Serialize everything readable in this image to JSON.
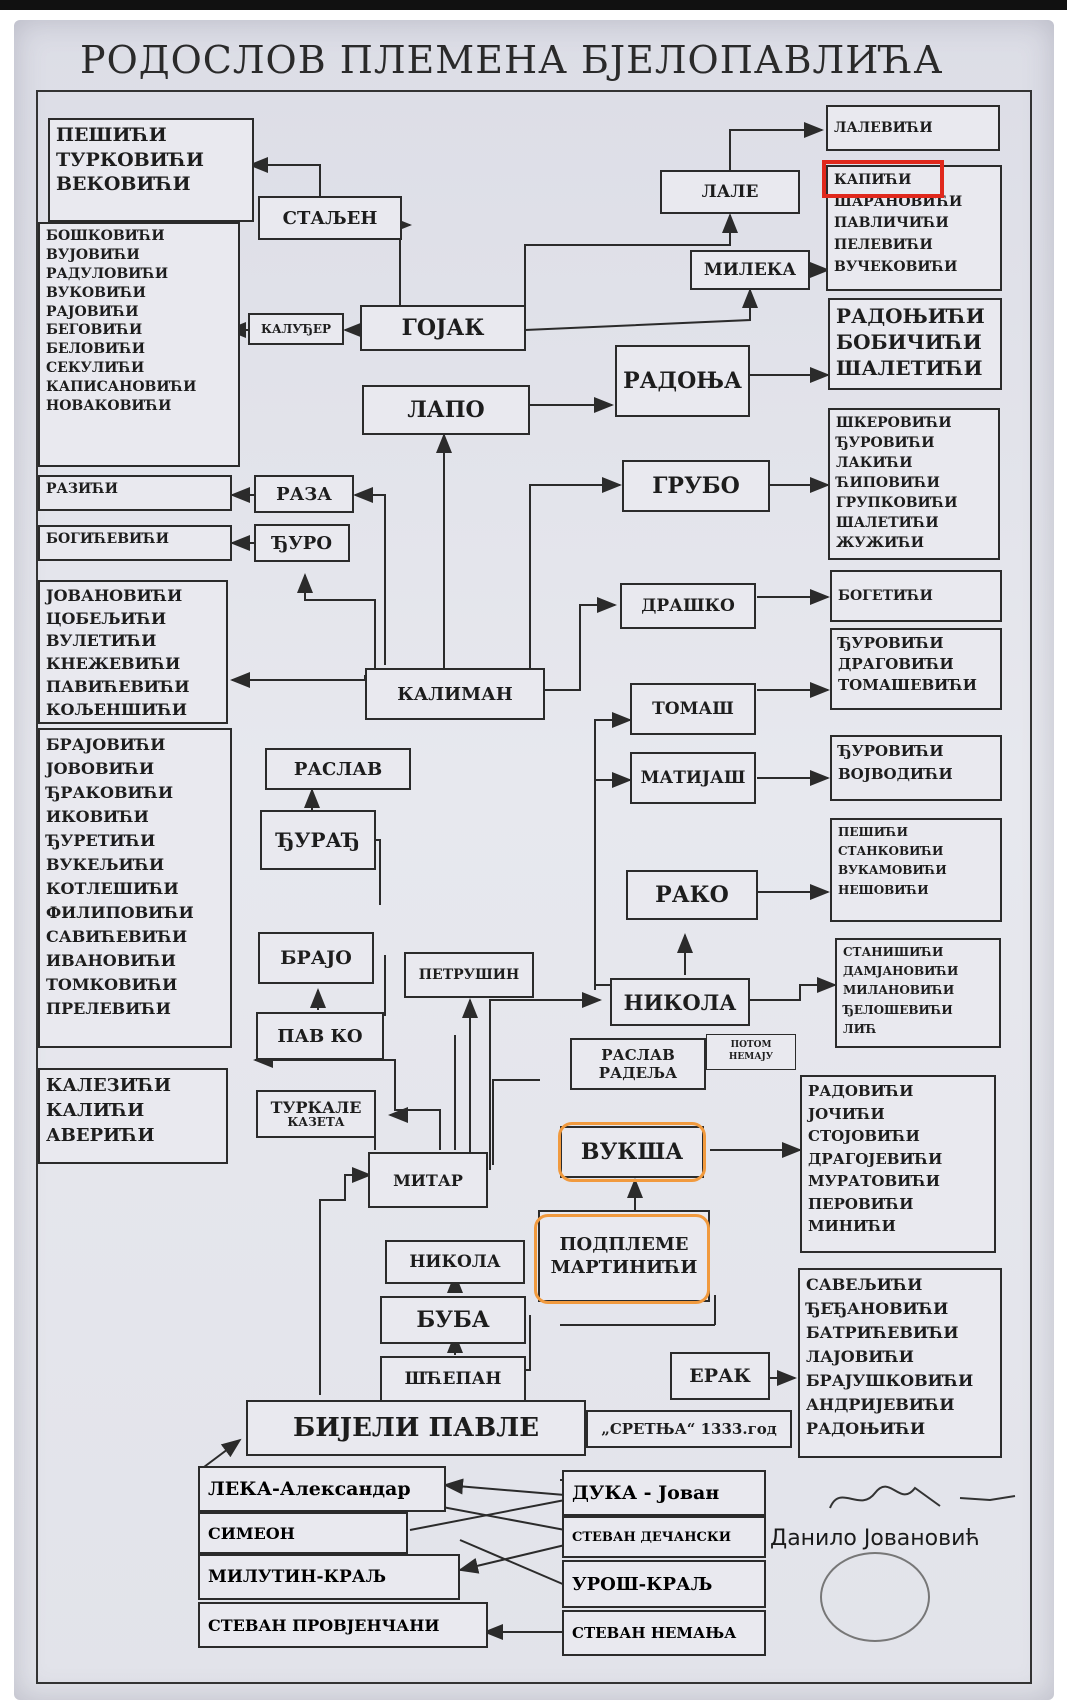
{
  "title": "РОДОСЛОВ ПЛЕМЕНА БЈЕЛОПАВЛИЋА",
  "colors": {
    "highlight_red": "#e0281c",
    "highlight_orange": "#f19a3e"
  },
  "nodes": {
    "staljen": "СТАЉЕН",
    "kaluder": "КАЛУЂЕР",
    "gojak": "ГОЈАК",
    "lapo": "ЛАПО",
    "lale": "ЛАЛЕ",
    "mileka": "МИЛЕКА",
    "radonja": "РАДОЊА",
    "raza": "РАЗА",
    "djuro": "ЂУРО",
    "grubo": "ГРУБО",
    "drashko": "ДРАШКО",
    "kaliman": "КАЛИМАН",
    "tomash": "ТОМАШ",
    "matijash": "МАТИЈАШ",
    "raslav": "РАСЛАВ",
    "djurad": "ЂУРАЂ",
    "rako": "РАКО",
    "brajo": "БРАЈО",
    "petrushin": "ПЕТРУШИН",
    "nikola": "НИКОЛА",
    "pavko": "ПАВ КО",
    "raslav_radelja": [
      "РАСЛАВ",
      "РАДЕЉА"
    ],
    "raslav_note": [
      "ПОТОМ",
      "НЕМАЈУ"
    ],
    "turkale": [
      "ТУРКАЛЕ",
      "КАЗЕТА"
    ],
    "vuksha": "ВУКША",
    "mitar": "МИТАР",
    "nikola2": "НИКОЛА",
    "podpleme": [
      "ПОДПЛЕМЕ",
      "МАРТИНИЋИ"
    ],
    "buba": "БУБА",
    "shcepan": "ШЋЕПАН",
    "erak": "ЕРАК",
    "bijeli_pavle": "БИЈЕЛИ ПАВЛЕ",
    "sretnja": "„СРЕТЊА“ 1333.год"
  },
  "lists": {
    "l_peshici": [
      "ПЕШИЋИ",
      "ТУРКОВИЋИ",
      "ВЕКОВИЋИ"
    ],
    "l_boshkovici": [
      "БОШКОВИЋИ",
      "ВУЈОВИЋИ",
      "РАДУЛОВИЋИ",
      "ВУКОВИЋИ",
      "РАЈОВИЋИ",
      "БЕГОВИЋИ",
      "БЕЛОВИЋИ",
      "СЕКУЛИЋИ",
      "КАПИСАНОВИЋИ",
      "НОВАКОВИЋИ"
    ],
    "l_razici": [
      "РАЗИЋИ"
    ],
    "l_bogicevici": [
      "БОГИЋЕВИЋИ"
    ],
    "l_jovanovici": [
      "ЈОВАНОВИЋИ",
      "ЦОБЕЉИЋИ",
      "ВУЛЕТИЋИ",
      "КНЕЖЕВИЋИ",
      "ПАВИЋЕВИЋИ",
      "КОЉЕНШИЋИ"
    ],
    "l_brajovici": [
      "БРАЈОВИЋИ",
      "ЈОВОВИЋИ",
      "ЂРАКОВИЋИ",
      "ИКОВИЋИ",
      "ЂУРЕТИЋИ",
      "ВУКЕЉИЋИ",
      "КОТЛЕШИЋИ",
      "ФИЛИПОВИЋИ",
      "САВИЋЕВИЋИ",
      "ИВАНОВИЋИ",
      "ТОМКОВИЋИ",
      "ПРЕЛЕВИЋИ"
    ],
    "l_kalezici": [
      "КАЛЕЗИЋИ",
      "КАЛИЋИ",
      "АВЕРИЋИ"
    ],
    "l_lalevici": [
      "ЛАЛЕВИЋИ"
    ],
    "l_kapici": [
      "КАПИЋИ",
      "ШАРАНОВИЋИ",
      "ПАВЛИЧИЋИ",
      "ПЕЛЕВИЋИ",
      "ВУЧЕКОВИЋИ"
    ],
    "l_radonjici": [
      "РАДОЊИЋИ",
      "БОБИЧИЋИ",
      "ШАЛЕТИЋИ"
    ],
    "l_shkerovici": [
      "ШКЕРОВИЋИ",
      "ЂУРОВИЋИ",
      "ЛАКИЋИ",
      "ЋИПОВИЋИ",
      "ГРУПКОВИЋИ",
      "ШАЛЕТИЋИ",
      "ЖУЖИЋИ"
    ],
    "l_bogetici": [
      "БОГЕТИЋИ"
    ],
    "l_djurovici": [
      "ЂУРОВИЋИ",
      "ДРАГОВИЋИ",
      "ТОМАШЕВИЋИ"
    ],
    "l_djukovici": [
      "ЂУРОВИЋИ",
      "ВОЈВОДИЋИ"
    ],
    "l_peshici2": [
      "ПЕШИЋИ",
      "СТАНКОВИЋИ",
      "ВУКАМОВИЋИ",
      "НЕШОВИЋИ"
    ],
    "l_stanisici": [
      "СТАНИШИЋИ",
      "ДАМЈАНОВИЋИ",
      "МИЛАНОВИЋИ",
      "ЂЕЛОШЕВИЋИ",
      "ЛИЋ"
    ],
    "l_radovici": [
      "РАДОВИЋИ",
      "ЈОЧИЋИ",
      "СТОЈОВИЋИ",
      "ДРАГОЈЕВИЋИ",
      "МУРАТОВИЋИ",
      "ПЕРОВИЋИ",
      "МИНИЋИ"
    ],
    "l_savelici": [
      "САВЕЉИЋИ",
      "ЂЕЂАНОВИЋИ",
      "БАТРИЋЕВИЋИ",
      "ЛАЈОВИЋИ",
      "БРАЈУШКОВИЋИ",
      "АНДРИЈЕВИЋИ",
      "РАДОЊИЋИ"
    ]
  },
  "bottom": {
    "leka": "ЛЕКА-Александар",
    "simeon": "СИМЕОН",
    "milutin": "МИЛУТИН-КРАЉ",
    "stevan_p": "СТЕВАН ПРОВЈЕНЧАНИ",
    "duka": "ДУКА - Јован",
    "stevan_d": "СТЕВАН ДЕЧАНСКИ",
    "urosh": "УРОШ-КРАЉ",
    "stevan_n": "СТЕВАН НЕМАЊА"
  },
  "signature": "Данило Јовановић"
}
